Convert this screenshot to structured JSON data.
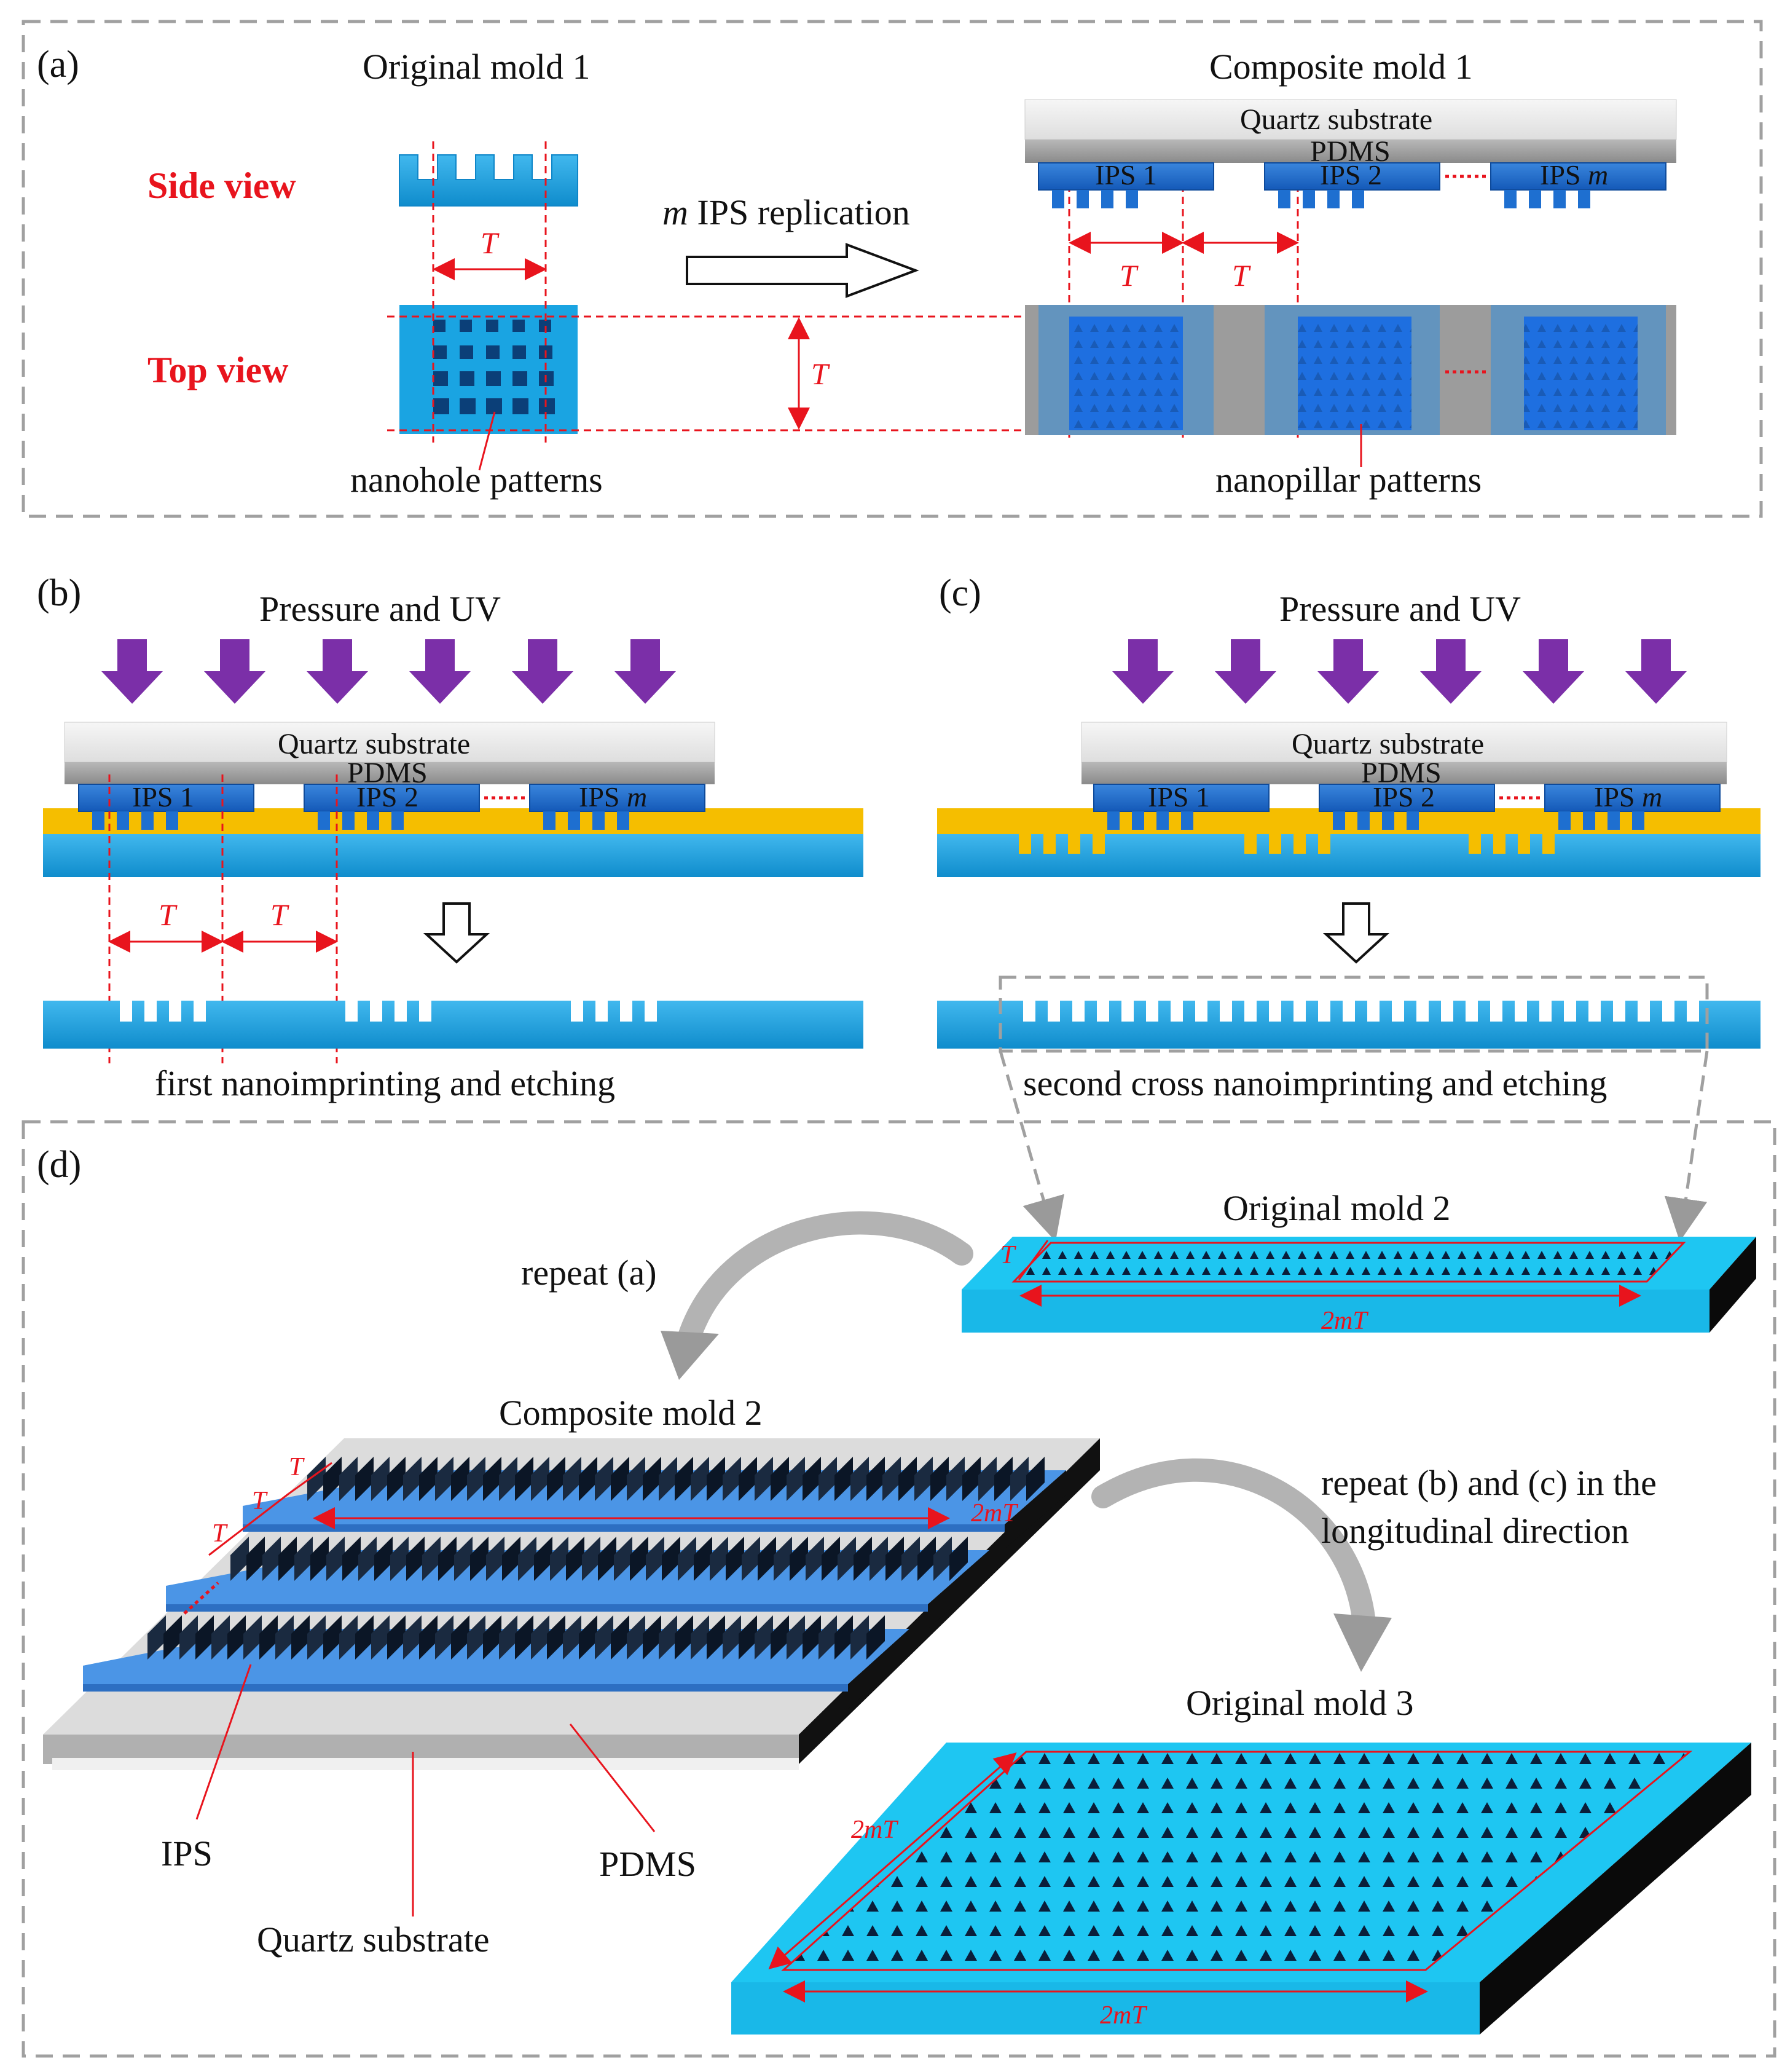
{
  "panels": {
    "a": {
      "label": "(a)",
      "original_title": "Original mold 1",
      "composite_title": "Composite mold 1",
      "side_view": "Side view",
      "top_view": "Top view",
      "arrow_label_m": "m",
      "arrow_label_rest": " IPS replication",
      "quartz": "Quartz substrate",
      "pdms": "PDMS",
      "ips_prefix": "IPS ",
      "ips1": "1",
      "ips2": "2",
      "ipsm": "m",
      "dim_T": "T",
      "nanohole": "nanohole patterns",
      "nanopillar": "nanopillar patterns"
    },
    "b": {
      "label": "(b)",
      "pressure": "Pressure and UV",
      "quartz": "Quartz substrate",
      "pdms": "PDMS",
      "dim_T": "T",
      "caption": "first nanoimprinting and etching"
    },
    "c": {
      "label": "(c)",
      "pressure": "Pressure and UV",
      "quartz": "Quartz substrate",
      "pdms": "PDMS",
      "caption": "second cross nanoimprinting and etching"
    },
    "d": {
      "label": "(d)",
      "original2": "Original mold 2",
      "repeat_a": "repeat (a)",
      "composite2": "Composite mold 2",
      "repeat_bc_line1": "repeat (b) and (c) in the",
      "repeat_bc_line2": "longitudinal direction",
      "original3": "Original mold 3",
      "dim_T": "T",
      "dim_2mT": "2mT",
      "ips": "IPS",
      "pdms": "PDMS",
      "quartz": "Quartz substrate"
    }
  },
  "colors": {
    "blue": "#1a9ad6",
    "dark_blue": "#1565c0",
    "cyan": "#19c0f0",
    "yellow": "#f5be00",
    "purple": "#7b2fa8",
    "red": "#e8141d",
    "gray": "#9a9a9a"
  }
}
